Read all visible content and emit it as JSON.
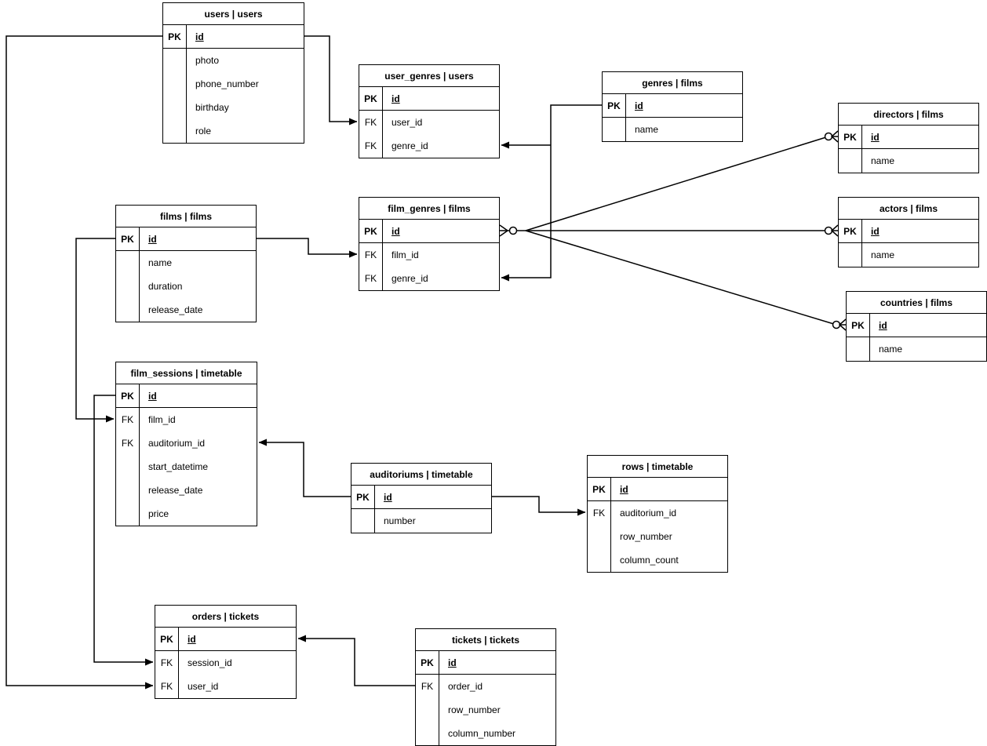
{
  "diagram": {
    "type": "entity-relationship",
    "colors": {
      "background": "#ffffff",
      "line": "#000000",
      "text": "#000000",
      "table_fill": "#ffffff"
    },
    "tables": [
      {
        "id": "users",
        "title": "users | users",
        "pk": {
          "key": "PK",
          "name": "id"
        },
        "attrs": [
          {
            "key": "",
            "name": "photo"
          },
          {
            "key": "",
            "name": "phone_number"
          },
          {
            "key": "",
            "name": "birthday"
          },
          {
            "key": "",
            "name": "role"
          }
        ]
      },
      {
        "id": "user_genres",
        "title": "user_genres | users",
        "pk": {
          "key": "PK",
          "name": "id"
        },
        "attrs": [
          {
            "key": "FK",
            "name": "user_id"
          },
          {
            "key": "FK",
            "name": "genre_id"
          }
        ]
      },
      {
        "id": "genres",
        "title": "genres | films",
        "pk": {
          "key": "PK",
          "name": "id"
        },
        "attrs": [
          {
            "key": "",
            "name": "name"
          }
        ]
      },
      {
        "id": "directors",
        "title": "directors | films",
        "pk": {
          "key": "PK",
          "name": "id"
        },
        "attrs": [
          {
            "key": "",
            "name": "name"
          }
        ]
      },
      {
        "id": "actors",
        "title": "actors | films",
        "pk": {
          "key": "PK",
          "name": "id"
        },
        "attrs": [
          {
            "key": "",
            "name": "name"
          }
        ]
      },
      {
        "id": "countries",
        "title": "countries | films",
        "pk": {
          "key": "PK",
          "name": "id"
        },
        "attrs": [
          {
            "key": "",
            "name": "name"
          }
        ]
      },
      {
        "id": "films",
        "title": "films | films",
        "pk": {
          "key": "PK",
          "name": "id"
        },
        "attrs": [
          {
            "key": "",
            "name": "name"
          },
          {
            "key": "",
            "name": "duration"
          },
          {
            "key": "",
            "name": "release_date"
          }
        ]
      },
      {
        "id": "film_genres",
        "title": "film_genres | films",
        "pk": {
          "key": "PK",
          "name": "id"
        },
        "attrs": [
          {
            "key": "FK",
            "name": "film_id"
          },
          {
            "key": "FK",
            "name": "genre_id"
          }
        ]
      },
      {
        "id": "film_sessions",
        "title": "film_sessions | timetable",
        "pk": {
          "key": "PK",
          "name": "id"
        },
        "attrs": [
          {
            "key": "FK",
            "name": "film_id"
          },
          {
            "key": "FK",
            "name": "auditorium_id"
          },
          {
            "key": "",
            "name": "start_datetime"
          },
          {
            "key": "",
            "name": "release_date"
          },
          {
            "key": "",
            "name": "price"
          }
        ]
      },
      {
        "id": "auditoriums",
        "title": "auditoriums | timetable",
        "pk": {
          "key": "PK",
          "name": "id"
        },
        "attrs": [
          {
            "key": "",
            "name": "number"
          }
        ]
      },
      {
        "id": "rows",
        "title": "rows | timetable",
        "pk": {
          "key": "PK",
          "name": "id"
        },
        "attrs": [
          {
            "key": "FK",
            "name": "auditorium_id"
          },
          {
            "key": "",
            "name": "row_number"
          },
          {
            "key": "",
            "name": "column_count"
          }
        ]
      },
      {
        "id": "orders",
        "title": "orders | tickets",
        "pk": {
          "key": "PK",
          "name": "id"
        },
        "attrs": [
          {
            "key": "FK",
            "name": "session_id"
          },
          {
            "key": "FK",
            "name": "user_id"
          }
        ]
      },
      {
        "id": "tickets",
        "title": "tickets | tickets",
        "pk": {
          "key": "PK",
          "name": "id"
        },
        "attrs": [
          {
            "key": "FK",
            "name": "order_id"
          },
          {
            "key": "",
            "name": "row_number"
          },
          {
            "key": "",
            "name": "column_number"
          }
        ]
      }
    ],
    "relationships": [
      {
        "from": "users.id",
        "to": "user_genres.user_id",
        "end": "arrow"
      },
      {
        "from": "users.id",
        "to": "orders.user_id",
        "end": "arrow"
      },
      {
        "from": "genres.id",
        "to": "user_genres.genre_id",
        "end": "arrow"
      },
      {
        "from": "genres.id",
        "to": "film_genres.genre_id",
        "end": "arrow"
      },
      {
        "from": "films.id",
        "to": "film_genres.film_id",
        "end": "arrow"
      },
      {
        "from": "films.id",
        "to": "film_sessions.film_id",
        "end": "arrow"
      },
      {
        "from": "film_genres.id",
        "to": "directors.id",
        "end": "crow-foot-circle-both"
      },
      {
        "from": "film_genres.id",
        "to": "actors.id",
        "end": "crow-foot-circle-both"
      },
      {
        "from": "film_genres.id",
        "to": "countries.id",
        "end": "crow-foot-circle-both"
      },
      {
        "from": "film_sessions.id",
        "to": "orders.session_id",
        "end": "arrow"
      },
      {
        "from": "auditoriums.id",
        "to": "film_sessions.auditorium_id",
        "end": "arrow"
      },
      {
        "from": "auditoriums.id",
        "to": "rows.auditorium_id",
        "end": "arrow"
      },
      {
        "from": "tickets.order_id",
        "to": "orders.id",
        "end": "arrow"
      }
    ]
  }
}
